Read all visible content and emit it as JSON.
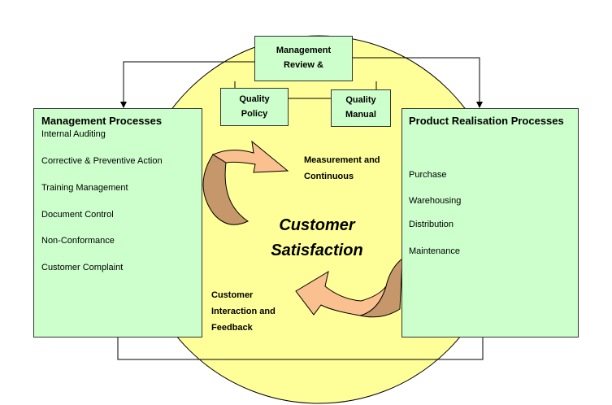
{
  "colors": {
    "circle_fill": "#ffff99",
    "box_fill": "#ccffcc",
    "arrow_fill": "#fac090",
    "arrow_shade": "#c6976a",
    "line": "#000000"
  },
  "top_boxes": {
    "management_review": [
      "Management",
      "Review &"
    ],
    "quality_policy": [
      "Quality",
      "Policy"
    ],
    "quality_manual": [
      "Quality",
      "Manual"
    ]
  },
  "management_processes": {
    "title": "Management Processes",
    "items": [
      "Internal Auditing",
      "Corrective & Preventive Action",
      "Training Management",
      "Document Control",
      "Non-Conformance",
      "Customer Complaint"
    ]
  },
  "product_realisation": {
    "title": "Product Realisation Processes",
    "items": [
      "Purchase",
      "Warehousing",
      "Distribution",
      "Maintenance"
    ]
  },
  "labels": {
    "measurement": [
      "Measurement and",
      "Continuous"
    ],
    "customer_interaction": [
      "Customer",
      "Interaction and",
      "Feedback"
    ]
  },
  "center": [
    "Customer",
    "Satisfaction"
  ]
}
